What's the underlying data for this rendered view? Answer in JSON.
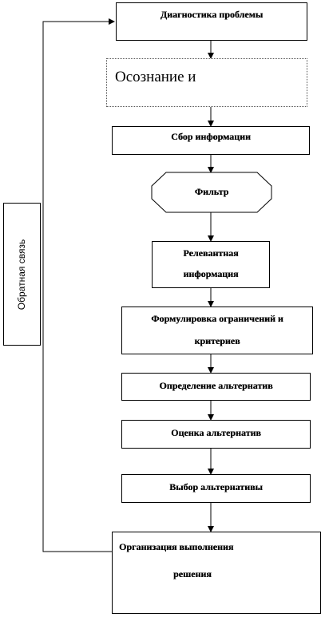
{
  "diagram": {
    "feedback_label": "Обратная связь",
    "nodes": [
      {
        "id": "diagnose",
        "lines": [
          "Диагностика проблемы"
        ]
      },
      {
        "id": "awareness",
        "lines": [
          "Осознание и"
        ]
      },
      {
        "id": "collect",
        "lines": [
          "Сбор информации"
        ]
      },
      {
        "id": "filter",
        "lines": [
          "Фильтр"
        ]
      },
      {
        "id": "relevant",
        "lines": [
          "Релевантная",
          "информация"
        ]
      },
      {
        "id": "criteria",
        "lines": [
          "Формулировка ограничений и",
          "критериев"
        ]
      },
      {
        "id": "define_alt",
        "lines": [
          "Определение альтернатив"
        ]
      },
      {
        "id": "evaluate_alt",
        "lines": [
          "Оценка альтернатив"
        ]
      },
      {
        "id": "choose_alt",
        "lines": [
          "Выбор альтернативы"
        ]
      },
      {
        "id": "execute",
        "lines": [
          "Организация выполнения",
          "решения"
        ]
      }
    ]
  }
}
